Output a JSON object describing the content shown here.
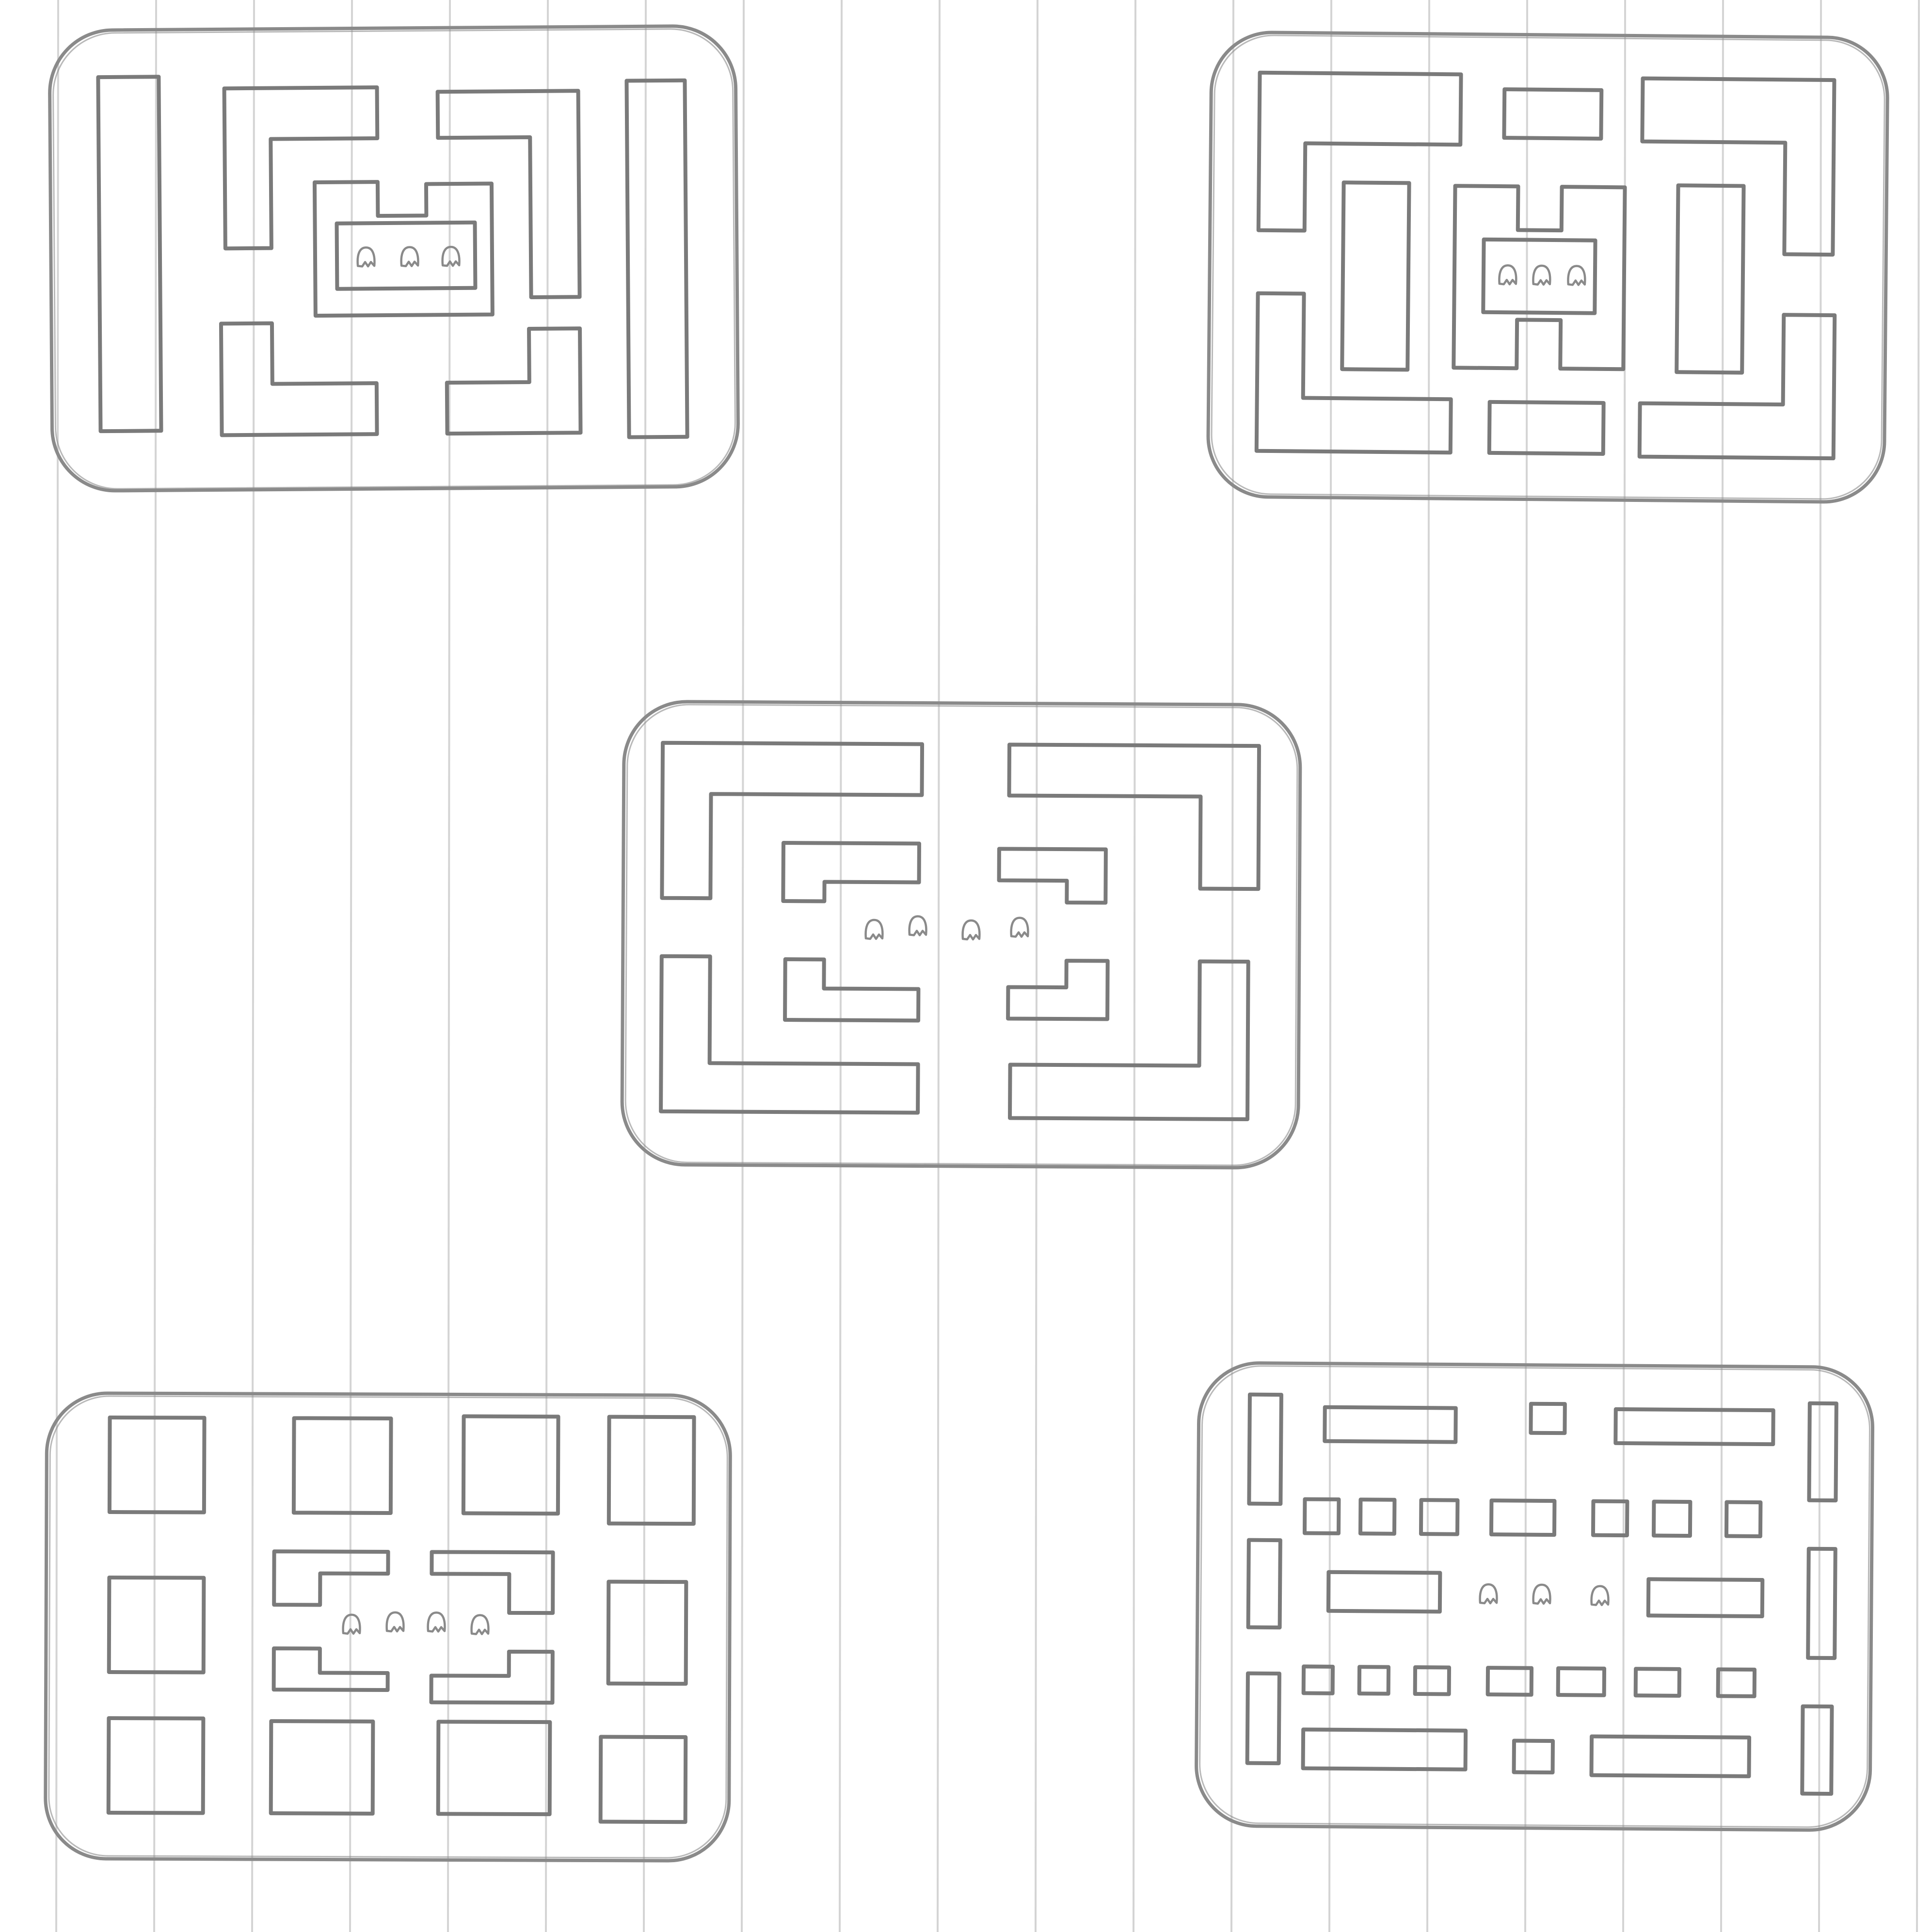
{
  "paper": {
    "background": "#ffffff",
    "ruling_color": "#d4d4d4",
    "pencil_color": "#7a7a7a"
  },
  "sketches": [
    {
      "id": "maze-top-left",
      "ghost_count": 3
    },
    {
      "id": "maze-top-right",
      "ghost_count": 3
    },
    {
      "id": "maze-center",
      "ghost_count": 4
    },
    {
      "id": "maze-bottom-left",
      "ghost_count": 4
    },
    {
      "id": "maze-bottom-right",
      "ghost_count": 3
    }
  ]
}
